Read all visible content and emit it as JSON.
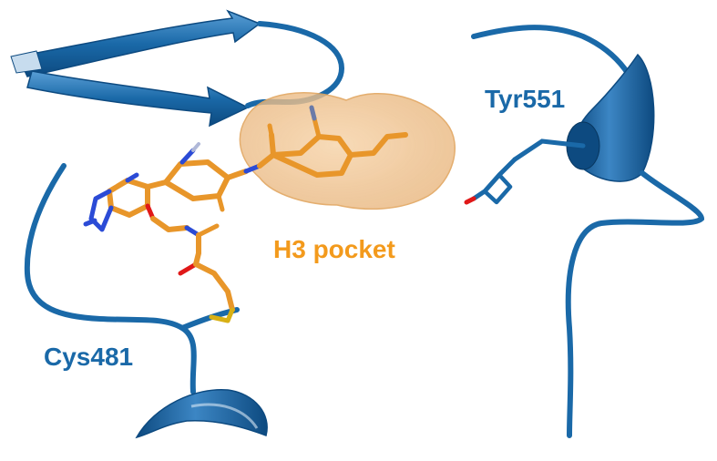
{
  "colors": {
    "protein": "#1a69a8",
    "protein_dark": "#0d4a80",
    "protein_light": "#4a90c8",
    "ligand_carbon": "#e8962a",
    "ligand_carbon_dark": "#b86d12",
    "nitrogen": "#2b4bd6",
    "oxygen": "#e01818",
    "sulfur": "#d8b015",
    "surface": "#f2c48c",
    "h3_label": "#f39a1c",
    "residue_label": "#1a69a8"
  },
  "labels": {
    "tyr551": "Tyr551",
    "h3_pocket": "H3 pocket",
    "cys481": "Cys481"
  },
  "elements": {
    "protein": "protein-backbone-cartoon",
    "ligand": "covalent-inhibitor-stick-model",
    "surface": "h3-pocket-surface"
  }
}
